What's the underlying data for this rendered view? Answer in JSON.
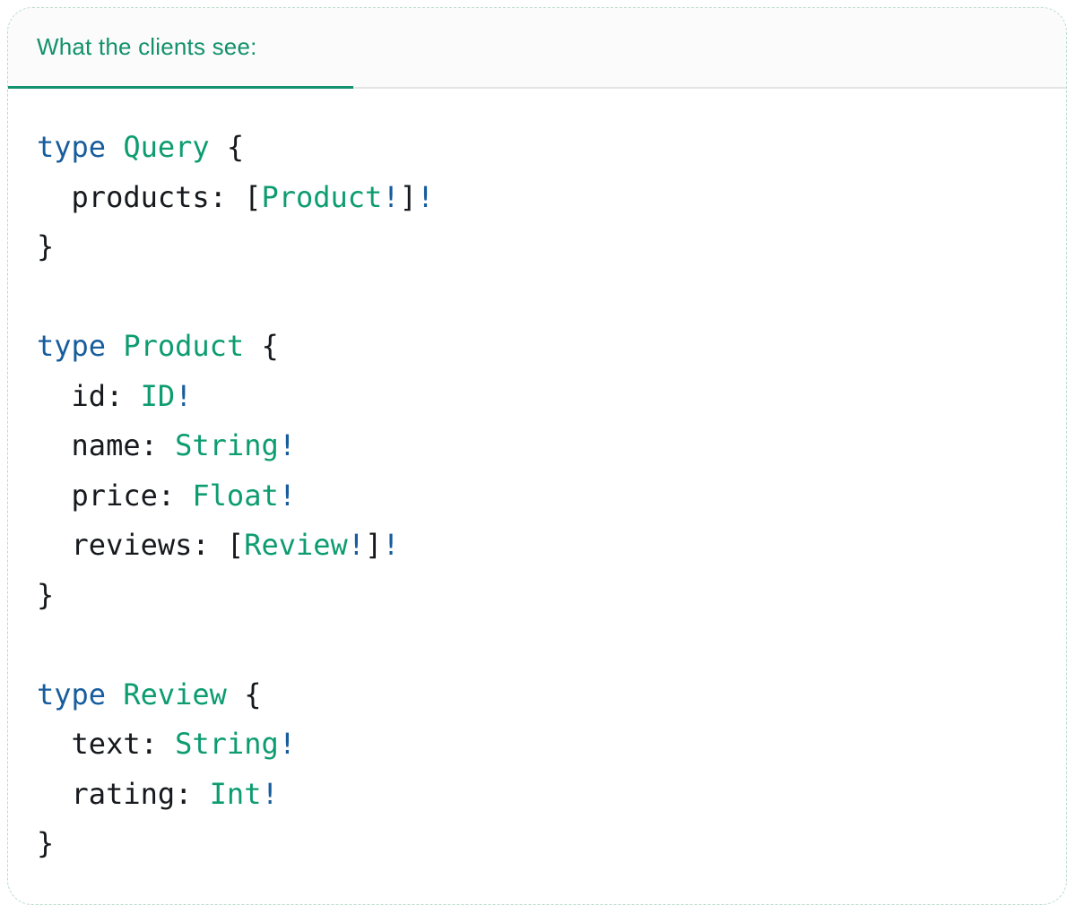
{
  "panel": {
    "tab_label": "What the clients see:",
    "language": "graphql"
  },
  "colors": {
    "tab_text": "#12916c",
    "tab_underline": "#12936e",
    "tab_strip_bg": "#fbfbfb",
    "divider": "#e4e4e4",
    "card_border": "#b9dbc8",
    "code_keyword": "#175d9d",
    "code_type": "#0d9c70",
    "code_plain": "#16191d"
  },
  "code": {
    "token_styles": {
      "kw": "code_keyword",
      "ty": "code_type",
      "pl": "code_plain"
    },
    "lines": [
      [
        {
          "t": "type",
          "c": "kw"
        },
        {
          "t": " ",
          "c": "pl"
        },
        {
          "t": "Query",
          "c": "ty"
        },
        {
          "t": " {",
          "c": "pl"
        }
      ],
      [
        {
          "t": "  products: [",
          "c": "pl"
        },
        {
          "t": "Product",
          "c": "ty"
        },
        {
          "t": "!",
          "c": "kw"
        },
        {
          "t": "]",
          "c": "pl"
        },
        {
          "t": "!",
          "c": "kw"
        }
      ],
      [
        {
          "t": "}",
          "c": "pl"
        }
      ],
      [],
      [
        {
          "t": "type",
          "c": "kw"
        },
        {
          "t": " ",
          "c": "pl"
        },
        {
          "t": "Product",
          "c": "ty"
        },
        {
          "t": " {",
          "c": "pl"
        }
      ],
      [
        {
          "t": "  id: ",
          "c": "pl"
        },
        {
          "t": "ID",
          "c": "ty"
        },
        {
          "t": "!",
          "c": "kw"
        }
      ],
      [
        {
          "t": "  name: ",
          "c": "pl"
        },
        {
          "t": "String",
          "c": "ty"
        },
        {
          "t": "!",
          "c": "kw"
        }
      ],
      [
        {
          "t": "  price: ",
          "c": "pl"
        },
        {
          "t": "Float",
          "c": "ty"
        },
        {
          "t": "!",
          "c": "kw"
        }
      ],
      [
        {
          "t": "  reviews: [",
          "c": "pl"
        },
        {
          "t": "Review",
          "c": "ty"
        },
        {
          "t": "!",
          "c": "kw"
        },
        {
          "t": "]",
          "c": "pl"
        },
        {
          "t": "!",
          "c": "kw"
        }
      ],
      [
        {
          "t": "}",
          "c": "pl"
        }
      ],
      [],
      [
        {
          "t": "type",
          "c": "kw"
        },
        {
          "t": " ",
          "c": "pl"
        },
        {
          "t": "Review",
          "c": "ty"
        },
        {
          "t": " {",
          "c": "pl"
        }
      ],
      [
        {
          "t": "  text: ",
          "c": "pl"
        },
        {
          "t": "String",
          "c": "ty"
        },
        {
          "t": "!",
          "c": "kw"
        }
      ],
      [
        {
          "t": "  rating: ",
          "c": "pl"
        },
        {
          "t": "Int",
          "c": "ty"
        },
        {
          "t": "!",
          "c": "kw"
        }
      ],
      [
        {
          "t": "}",
          "c": "pl"
        }
      ]
    ]
  }
}
